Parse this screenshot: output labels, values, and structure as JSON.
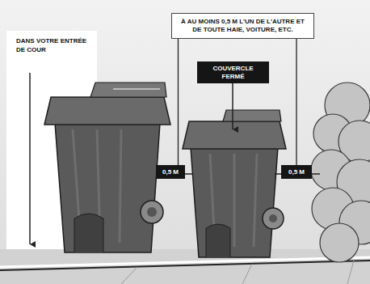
{
  "diagram": {
    "nodes": [
      {
        "text": [
          "À AU MOINS 0,5 M L'UN DE L'AUTRE ET DE TOUTE HAIE, VOITURE, ETC."
        ]
      },
      {
        "text": [
          "COUVERCLE FERMÉ"
        ]
      },
      {
        "text": [
          "0,5 M"
        ]
      },
      {
        "text": [
          "0,5 M"
        ]
      }
    ],
    "edges": [
      {
        "from": 0,
        "to": 2,
        "arrow": "none"
      },
      {
        "from": 0,
        "to": 3,
        "arrow": "none"
      }
    ],
    "labels": [
      "DANS VOTRE ENTRÉE DE COUR"
    ]
  }
}
